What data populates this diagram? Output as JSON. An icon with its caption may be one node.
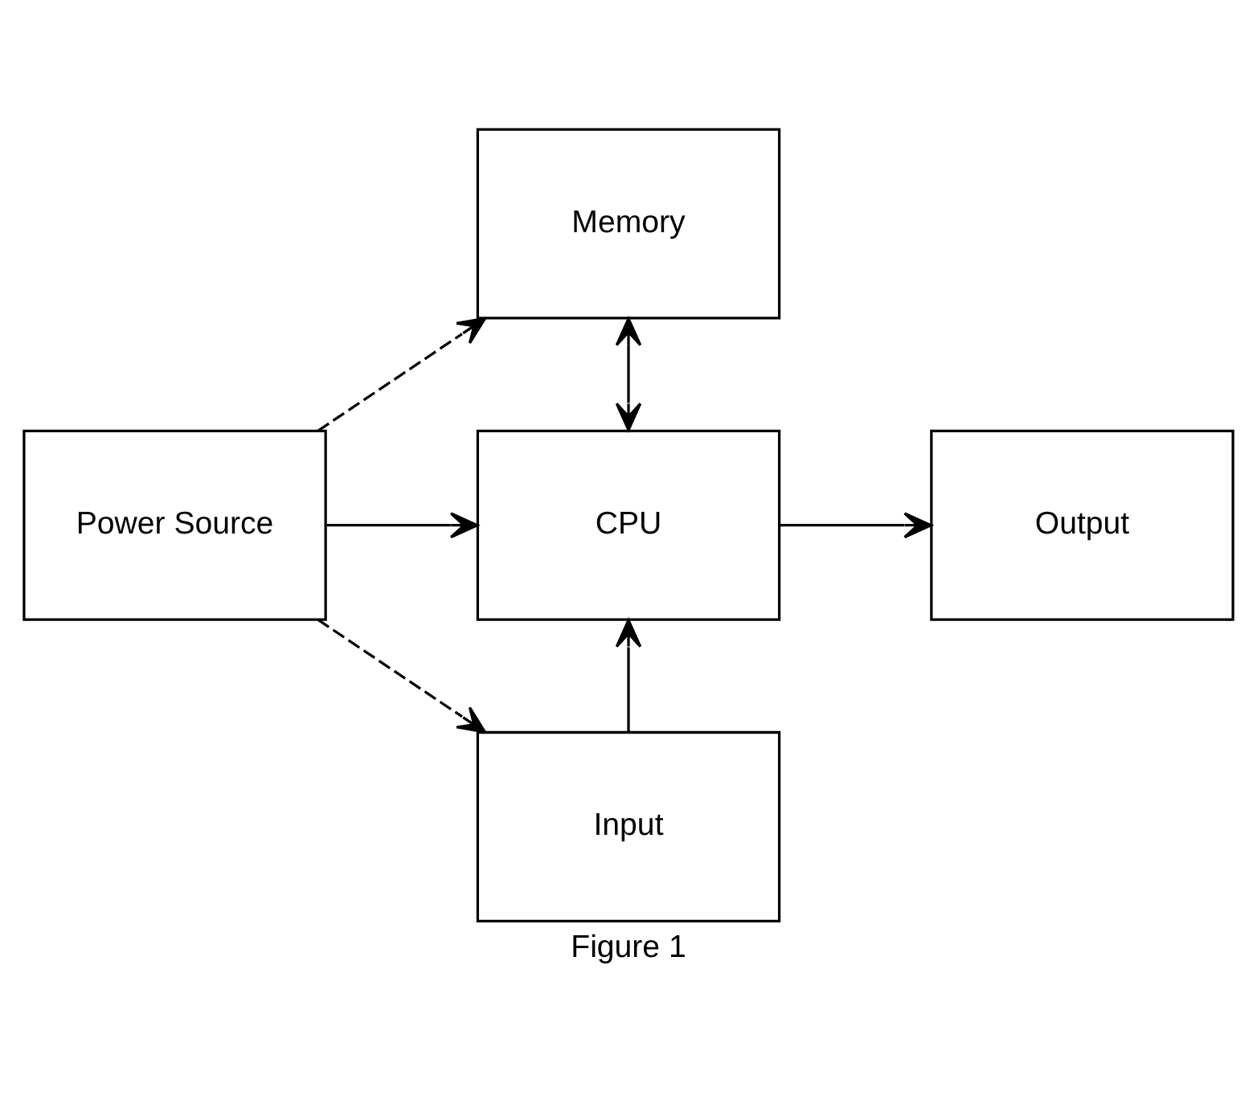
{
  "diagram": {
    "caption": "Figure 1",
    "nodes": [
      {
        "text": [
          "Memory"
        ]
      },
      {
        "text": [
          "Power Source"
        ]
      },
      {
        "text": [
          "CPU"
        ]
      },
      {
        "text": [
          "Output"
        ]
      },
      {
        "text": [
          "Input"
        ]
      }
    ],
    "edges": [
      {
        "from": 1,
        "to": 0,
        "arrow": "to",
        "style": "dashed"
      },
      {
        "from": 0,
        "to": 2,
        "arrow": "both"
      },
      {
        "from": 1,
        "to": 2,
        "arrow": "to"
      },
      {
        "from": 2,
        "to": 3,
        "arrow": "to"
      },
      {
        "from": 4,
        "to": 2,
        "arrow": "to"
      },
      {
        "from": 1,
        "to": 4,
        "arrow": "to",
        "style": "dashed"
      }
    ]
  }
}
